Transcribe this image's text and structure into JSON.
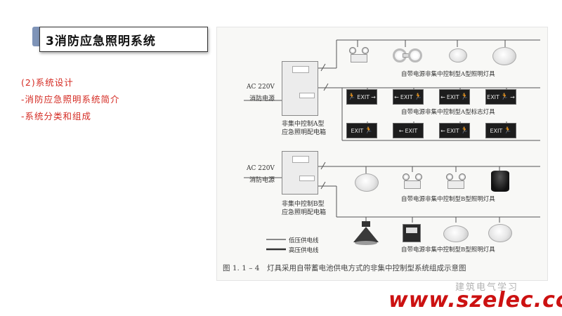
{
  "title": "3消防应急照明系统",
  "left_list": [
    "(2)系统设计",
    "-消防应急照明系统简介",
    "-系统分类和组成"
  ],
  "figure": {
    "cabinet_a": {
      "input_label": "AC 220V",
      "input_sub": "消防电源",
      "name_line1": "非集中控制A型",
      "name_line2": "应急照明配电箱"
    },
    "cabinet_b": {
      "input_label": "AC 220V",
      "input_sub": "消防电源",
      "name_line1": "非集中控制B型",
      "name_line2": "应急照明配电箱"
    },
    "row_labels": {
      "a_lamps": "自带电源非集中控制型A型照明灯具",
      "a_signs": "自带电源非集中控制型A型标志灯具",
      "b_lamps_1": "自带电源非集中控制型B型照明灯具",
      "b_lamps_2": "自带电源非集中控制型B型照明灯具"
    },
    "exit_text": "EXIT",
    "legend": {
      "low": "低压供电线",
      "high": "高压供电线"
    },
    "caption": "图 1. 1 – 4　灯具采用自带蓄电池供电方式的非集中控制型系统组成示意图"
  },
  "watermark": {
    "source": "建筑电气学习",
    "url": "www.szelec.cc"
  },
  "colors": {
    "accent": "#d42a22",
    "title_deco": "#7f94b8",
    "watermark": "#cc1111"
  }
}
